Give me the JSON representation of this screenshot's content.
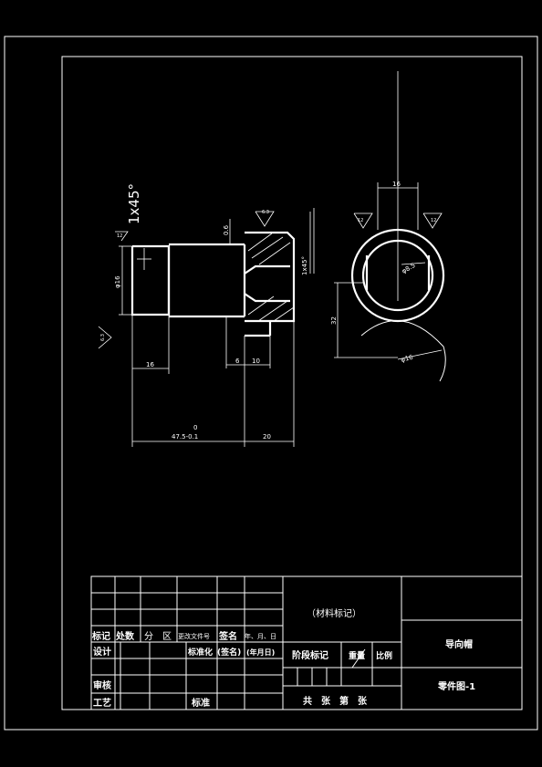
{
  "drawing": {
    "chamfer_note_left": "1x45°",
    "dim_phi16_left": "φ16",
    "dim_0_6": "0.6",
    "rough_top": "6.3",
    "rough_left_top": "12",
    "rough_left_bottom": "6.3",
    "chamfer_note_right": "1x45°",
    "dim_16_left": "16",
    "dim_6": "6",
    "dim_10": "10",
    "dim_total_sup": "0",
    "dim_total": "47.5-0.1",
    "dim_20": "20",
    "side_dim_16": "16",
    "side_rough_left": "12",
    "side_rough_right": "12",
    "side_phi": "φ8.5",
    "side_dim_32": "32",
    "side_phi16": "φ16"
  },
  "title_block": {
    "material": "（材料标记）",
    "part_name": "导向帽",
    "drawing_no": "零件图-1",
    "h_mark": "标记",
    "h_count": "处数",
    "h_zone": "分　区",
    "h_doc": "更改文件号",
    "h_sign": "签名",
    "h_date": "年、月、日",
    "design": "设计",
    "standardize": "标准化",
    "sign_paren": "(签名)",
    "date_paren": "(年月日)",
    "stage_mark": "阶段标记",
    "weight": "重量",
    "scale": "比例",
    "review": "审核",
    "process": "工艺",
    "standard": "标准",
    "sheets": "共　张　第　张"
  }
}
